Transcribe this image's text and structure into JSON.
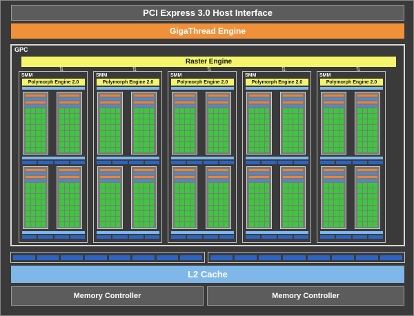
{
  "pci_label": "PCI Express 3.0 Host Interface",
  "gigathread_label": "GigaThread Engine",
  "gpc_label": "GPC",
  "raster_label": "Raster Engine",
  "smm_units": [
    {
      "label": "SMM",
      "polymorph_label": "Polymorph Engine 2.0"
    },
    {
      "label": "SMM",
      "polymorph_label": "Polymorph Engine 2.0"
    },
    {
      "label": "SMM",
      "polymorph_label": "Polymorph Engine 2.0"
    },
    {
      "label": "SMM",
      "polymorph_label": "Polymorph Engine 2.0"
    },
    {
      "label": "SMM",
      "polymorph_label": "Polymorph Engine 2.0"
    }
  ],
  "l2_label": "L2 Cache",
  "memory_controllers": [
    "Memory Controller",
    "Memory Controller"
  ],
  "colors": {
    "background": "#3a3a3a",
    "gigathread": "#f0913a",
    "raster": "#f5f56b",
    "cuda_core": "#3ec63e",
    "cache": "#7fb7e8",
    "unit_blue": "#2c64c4"
  }
}
